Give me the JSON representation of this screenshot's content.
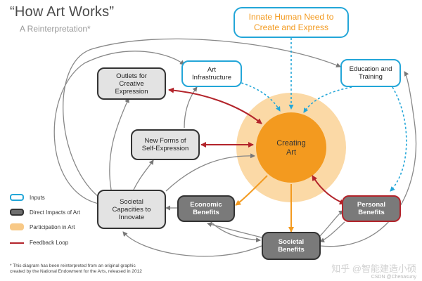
{
  "title": "“How  Art Works”",
  "subtitle": "A Reinterpretation*",
  "nodes": {
    "need": "Innate Human Need to\nCreate and Express",
    "art_infra": "Art\nInfrastructure",
    "education": "Education and\nTraining",
    "outlets": "Outlets for\nCreative\nExpression",
    "new_forms": "New Forms of\nSelf-Expression",
    "creating_art": "Creating\nArt",
    "societal_capacities": "Societal\nCapacities to\nInnovate",
    "economic": "Economic\nBenefits",
    "personal": "Personal\nBenefits",
    "societal_benefits": "Societal\nBenefits"
  },
  "legend": {
    "inputs": "Inputs",
    "direct": "Direct Impacts of  Art",
    "participation": "Participation in  Art",
    "feedback": "Feedback Loop"
  },
  "footnote": "*  This diagram has been reinterpreted from an original graphic\n   created by the National Endowment for the Arts, released in 2012",
  "watermark": {
    "main": "知乎 @智能建造小硕",
    "sub": "CSDN @Chenasuny"
  },
  "colors": {
    "input_blue": "#23a6d8",
    "feedback_red": "#b3242b",
    "participation_orange": "#f39a1f",
    "halo": "#f8c987",
    "gray_arrow": "#777777"
  }
}
